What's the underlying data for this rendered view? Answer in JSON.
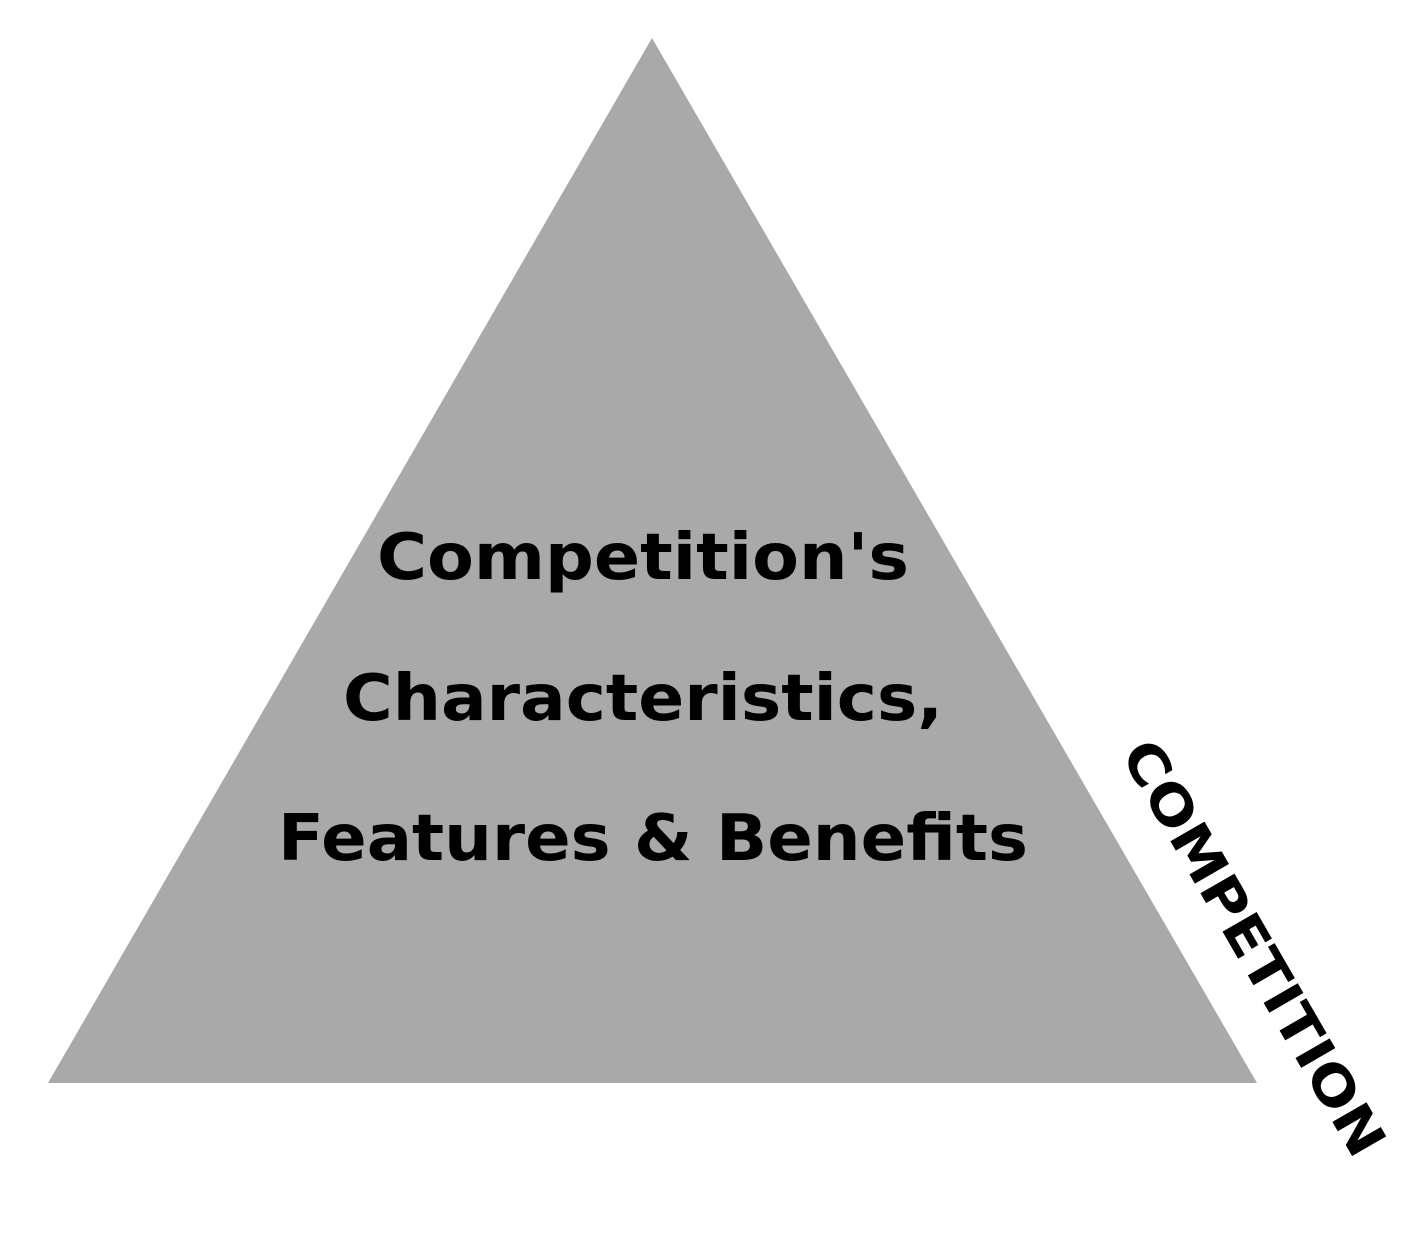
{
  "diagram": {
    "center_lines": [
      "Competition's",
      "Characteristics,",
      "Features & Benefits"
    ],
    "side_label": "COMPETITION"
  },
  "colors": {
    "triangle_fill": "#a9a9a9",
    "text": "#000000",
    "background": "#ffffff"
  }
}
